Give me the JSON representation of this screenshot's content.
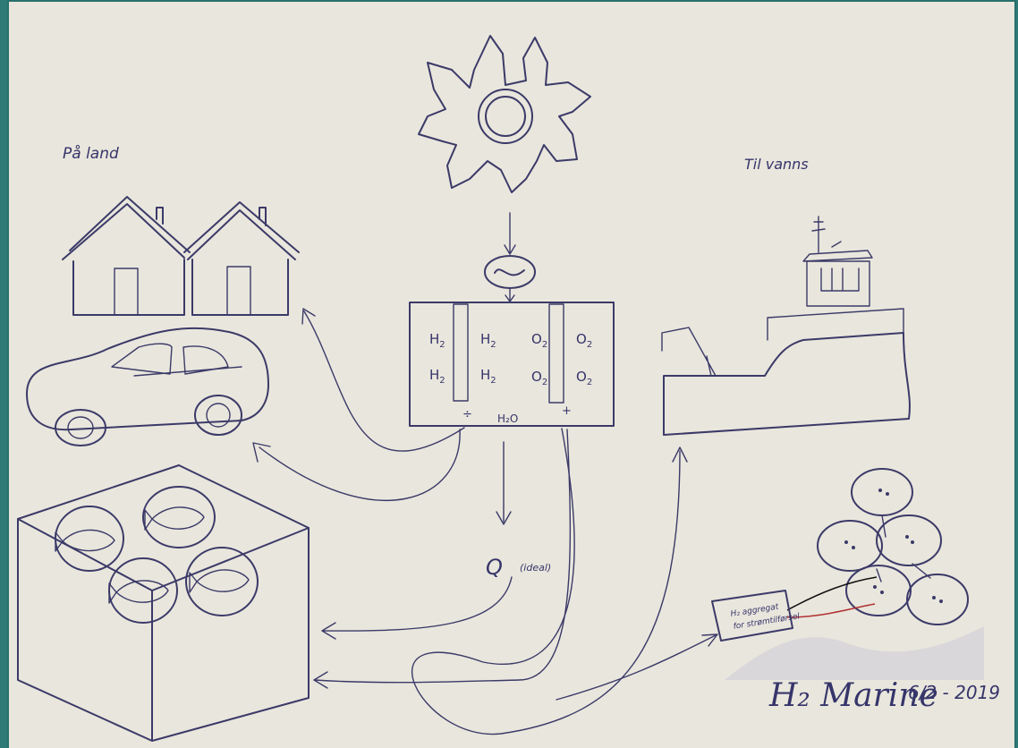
{
  "labels": {
    "onshore": "På land",
    "offshore": "Til vanns",
    "water": "H₂O",
    "cathode_sign": "÷",
    "anode_sign": "+",
    "heat": "Q",
    "heat_note": "(ideal)",
    "aggregate_line1": "H₂ aggregat",
    "aggregate_line2": "for strømtilførsel",
    "signature": "H₂ Marine",
    "date": "6/2 - 2019",
    "ac_symbol": "~"
  },
  "electrolyzer": {
    "cathode_gas": [
      {
        "el": "H",
        "sub": "2"
      },
      {
        "el": "H",
        "sub": "2"
      },
      {
        "el": "H",
        "sub": "2"
      },
      {
        "el": "H",
        "sub": "2"
      }
    ],
    "anode_gas": [
      {
        "el": "O",
        "sub": "2"
      },
      {
        "el": "O",
        "sub": "2"
      },
      {
        "el": "O",
        "sub": "2"
      },
      {
        "el": "O",
        "sub": "2"
      }
    ]
  },
  "colors": {
    "ink": "#3b3a68",
    "paper": "#e9e6dd",
    "background": "#2d7a76"
  }
}
